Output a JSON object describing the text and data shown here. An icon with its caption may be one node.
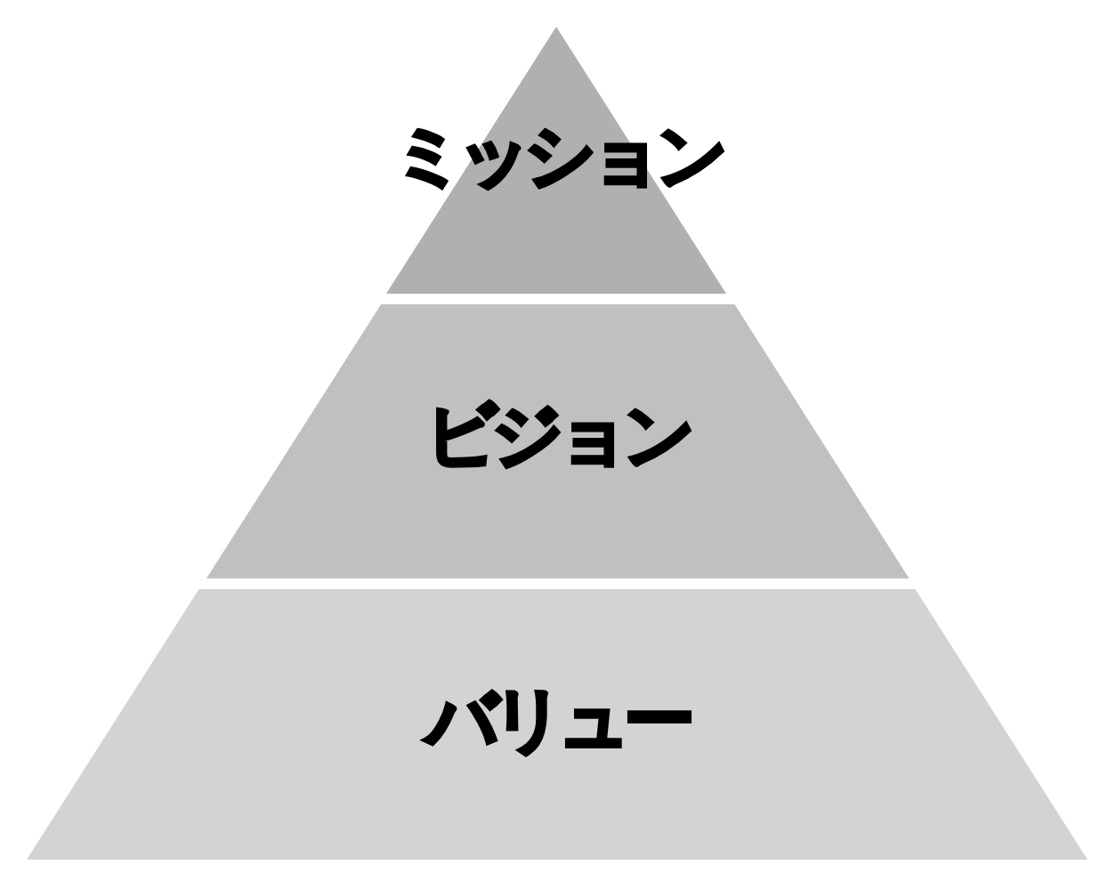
{
  "diagram": {
    "nodes": [
      {
        "text": [
          "ミッション"
        ]
      },
      {
        "text": [
          "ビジョン"
        ]
      },
      {
        "text": [
          "バリュー"
        ]
      }
    ]
  }
}
